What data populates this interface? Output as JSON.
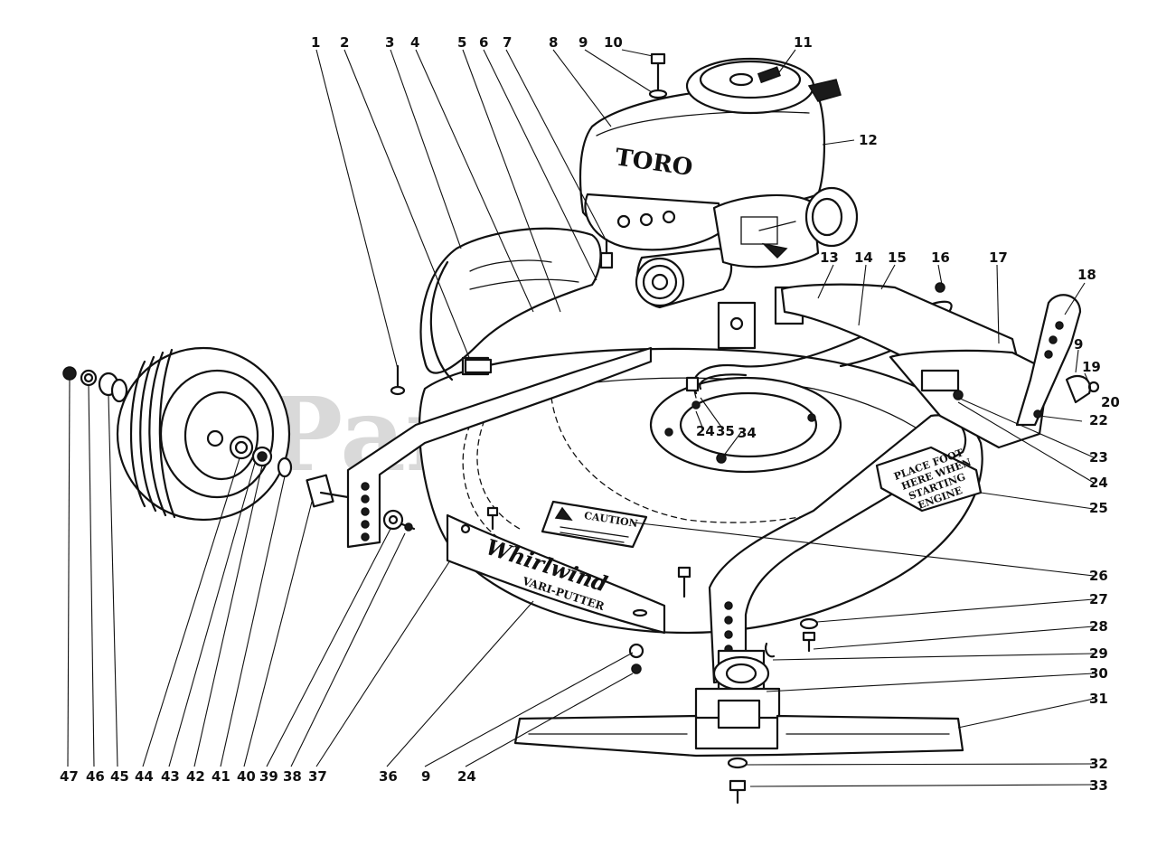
{
  "watermark": "PartsTree",
  "labels": {
    "engine_brand": "TORO",
    "caution": "CAUTION",
    "foot_decal": [
      "PLACE FOOT",
      "HERE WHEN",
      "STARTING",
      "ENGINE"
    ],
    "deck_decal": [
      "Whirlwind",
      "VARI-PUTTER"
    ]
  },
  "callouts": {
    "top": [
      "1",
      "2",
      "3",
      "4",
      "5",
      "6",
      "7",
      "8",
      "9",
      "10",
      "11",
      "12"
    ],
    "middle": [
      "13",
      "14",
      "15",
      "16",
      "17",
      "18",
      "9",
      "19",
      "20",
      "22",
      "23",
      "24",
      "24",
      "35",
      "34"
    ],
    "right": [
      "24",
      "25",
      "26",
      "27",
      "28",
      "29",
      "30",
      "31",
      "32",
      "33"
    ],
    "bottom": [
      "47",
      "46",
      "45",
      "44",
      "43",
      "42",
      "41",
      "40",
      "39",
      "38",
      "37",
      "36",
      "9",
      "24"
    ]
  }
}
